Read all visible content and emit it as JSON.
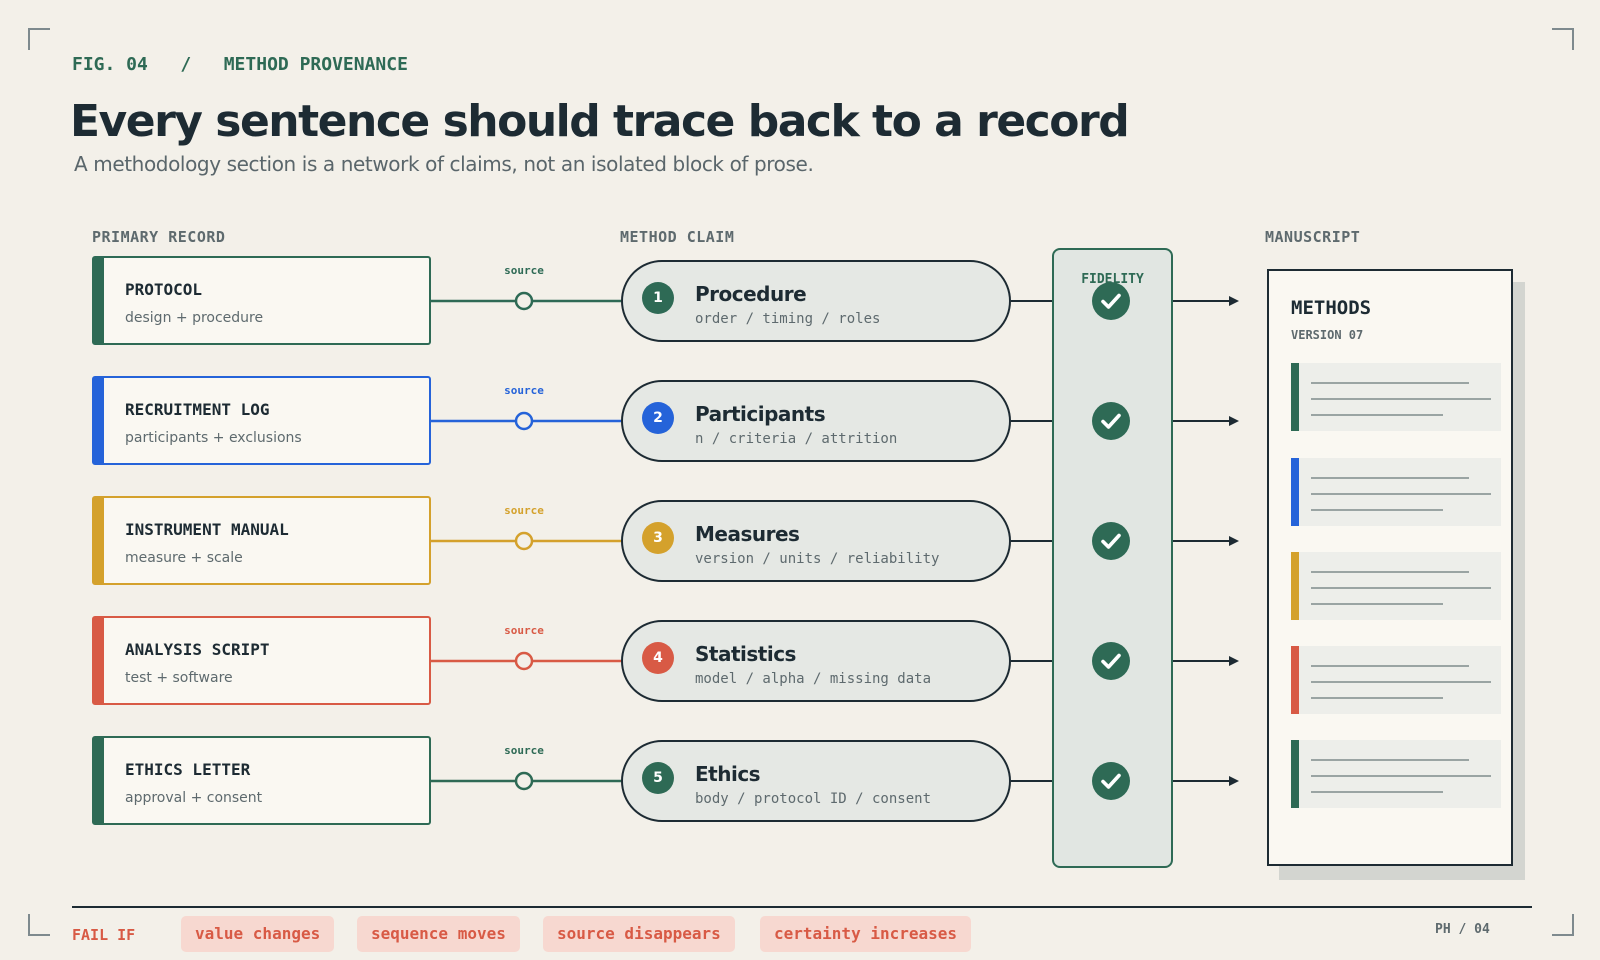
{
  "header": {
    "fig": "FIG. 04   /   METHOD PROVENANCE",
    "title": "Every sentence should trace back to a record",
    "subtitle": "A methodology section is a network of claims, not an isolated block of prose."
  },
  "columns": {
    "record": "PRIMARY RECORD",
    "claim": "METHOD CLAIM",
    "manuscript": "MANUSCRIPT"
  },
  "connector_label": "source",
  "colors": {
    "green": "#2e6a55",
    "blue": "#2563d9",
    "amber": "#d4a12c",
    "red": "#d85a45",
    "ink": "#1d2b33"
  },
  "rows": [
    {
      "record_title": "PROTOCOL",
      "record_sub": "design + procedure",
      "claim_num": "1",
      "claim_title": "Procedure",
      "claim_sub": "order / timing / roles",
      "color": "#2e6a55"
    },
    {
      "record_title": "RECRUITMENT LOG",
      "record_sub": "participants + exclusions",
      "claim_num": "2",
      "claim_title": "Participants",
      "claim_sub": "n / criteria / attrition",
      "color": "#2563d9"
    },
    {
      "record_title": "INSTRUMENT MANUAL",
      "record_sub": "measure + scale",
      "claim_num": "3",
      "claim_title": "Measures",
      "claim_sub": "version / units / reliability",
      "color": "#d4a12c"
    },
    {
      "record_title": "ANALYSIS SCRIPT",
      "record_sub": "test + software",
      "claim_num": "4",
      "claim_title": "Statistics",
      "claim_sub": "model / alpha / missing data",
      "color": "#d85a45"
    },
    {
      "record_title": "ETHICS LETTER",
      "record_sub": "approval + consent",
      "claim_num": "5",
      "claim_title": "Ethics",
      "claim_sub": "body / protocol ID / consent",
      "color": "#2e6a55"
    }
  ],
  "fidelity": {
    "label": "FIDELITY",
    "icon": "check-icon"
  },
  "manuscript": {
    "title": "METHODS",
    "version": "VERSION 07"
  },
  "footer": {
    "fail_label": "FAIL IF",
    "chips": [
      "value changes",
      "sequence moves",
      "source disappears",
      "certainty increases"
    ],
    "page": "PH / 04"
  }
}
